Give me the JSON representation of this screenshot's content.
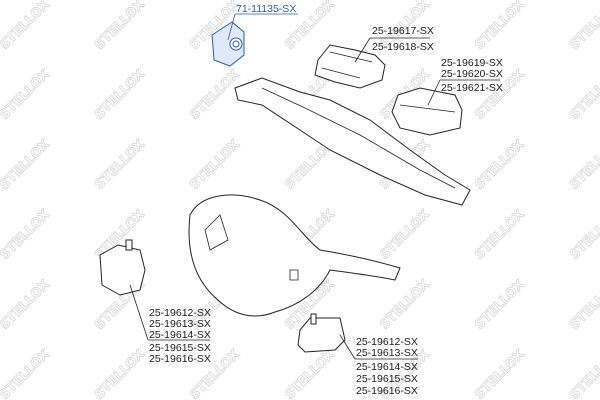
{
  "watermark": "STELLOX",
  "colors": {
    "highlight": "#2a5db0",
    "line": "#222222",
    "watermark": "#d6d6d6"
  },
  "callouts": {
    "highlighted_part": "71-11135-SX",
    "top_center": [
      "25-19617-SX",
      "25-19618-SX"
    ],
    "top_right": [
      "25-19619-SX",
      "25-19620-SX",
      "25-19621-SX"
    ],
    "left": [
      "25-19612-SX",
      "25-19613-SX",
      "25-19614-SX",
      "25-19615-SX",
      "25-19616-SX"
    ],
    "bottom_right": [
      "25-19612-SX",
      "25-19613-SX",
      "25-19614-SX",
      "25-19615-SX",
      "25-19616-SX"
    ]
  }
}
